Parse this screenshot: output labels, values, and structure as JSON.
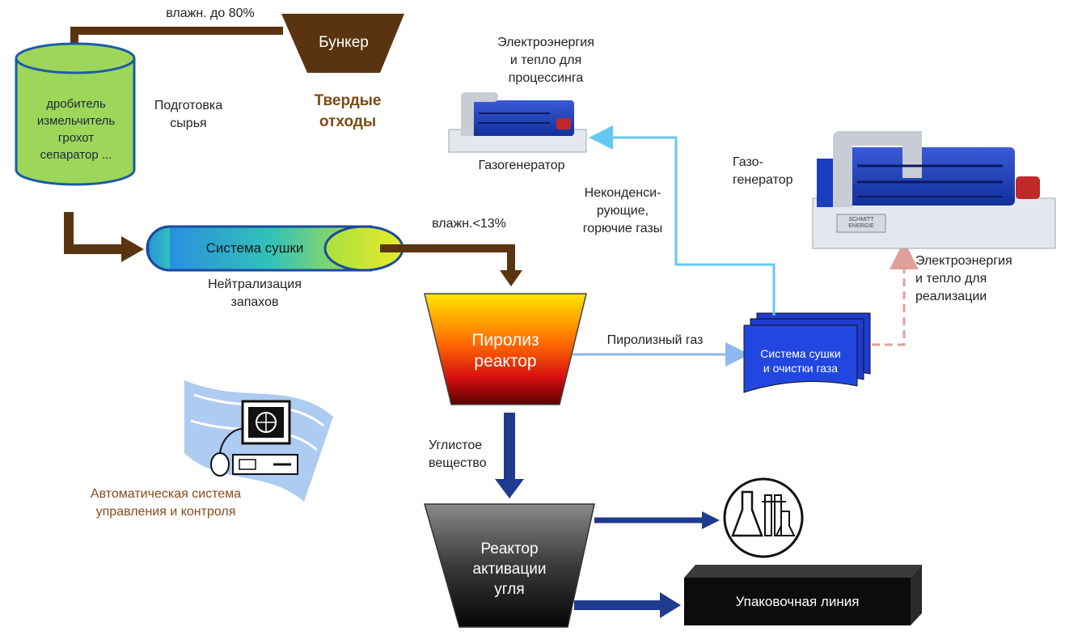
{
  "bunker": {
    "label": "Бункер",
    "caption": "Твердые\nотходы",
    "moisture": "влажн. до 80%"
  },
  "preparation": {
    "cylinder_text": "дробитель\nизмельчитель\nгрохот\nсепаратор ...",
    "caption": "Подготовка\nсырья"
  },
  "drying": {
    "label": "Система сушки",
    "caption": "Нейтрализация\nзапахов",
    "moisture": "влажн.<13%"
  },
  "pyrolysis": {
    "label": "Пиролиз\nреактор"
  },
  "gas_flow": {
    "label": "Пиролизный газ"
  },
  "gas_cleaning": {
    "label": "Система сушки\nи очистки газа"
  },
  "non_condensing": {
    "label": "Неконденси-\nрующие,\nгорючие газы"
  },
  "generator_small": {
    "label": "Газогенератор",
    "output": "Электроэнергия\nи тепло для\nпроцессинга"
  },
  "generator_large": {
    "label": "Газо-\nгенератор",
    "output": "Электроэнергия\nи тепло для\nреализации",
    "plate_text": "SCHMITT ENERGIE"
  },
  "carbon": {
    "label": "Углистое\nвещество"
  },
  "activation": {
    "label": "Реактор\nактивации\nугля"
  },
  "packaging": {
    "label": "Упаковочная линия"
  },
  "control": {
    "label": "Автоматическая система\nуправления и контроля"
  },
  "colors": {
    "brown": "#5a3410",
    "light_blue": "#66c8f0",
    "dark_blue": "#1f3b8f",
    "gas_blue": "#8fb7f0",
    "dashed_pink": "#e0a09a",
    "cylinder_green": "#9ed65a",
    "caption_brown": "#7a4a10"
  }
}
